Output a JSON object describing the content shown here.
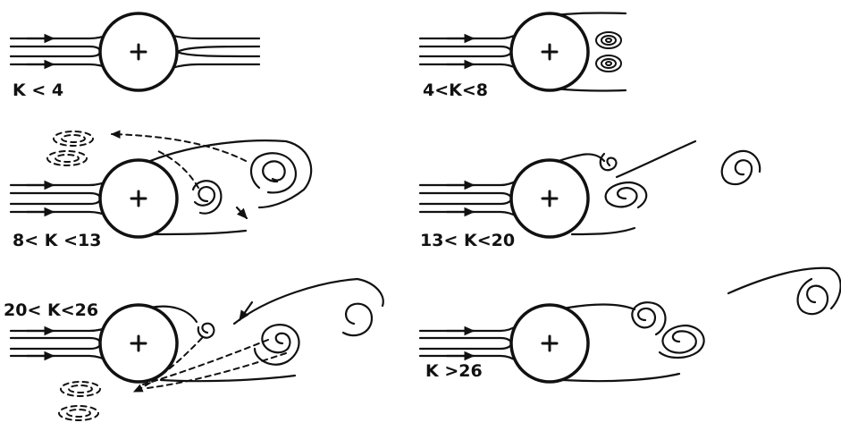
{
  "panels": [
    {
      "label": "K < 4"
    },
    {
      "label": "4<K<8"
    },
    {
      "label": "8< K <13"
    },
    {
      "label": "13< K<20"
    },
    {
      "label": "20< K<26"
    },
    {
      "label": "K >26"
    }
  ],
  "ink_color": "#111111",
  "background": "#ffffff"
}
